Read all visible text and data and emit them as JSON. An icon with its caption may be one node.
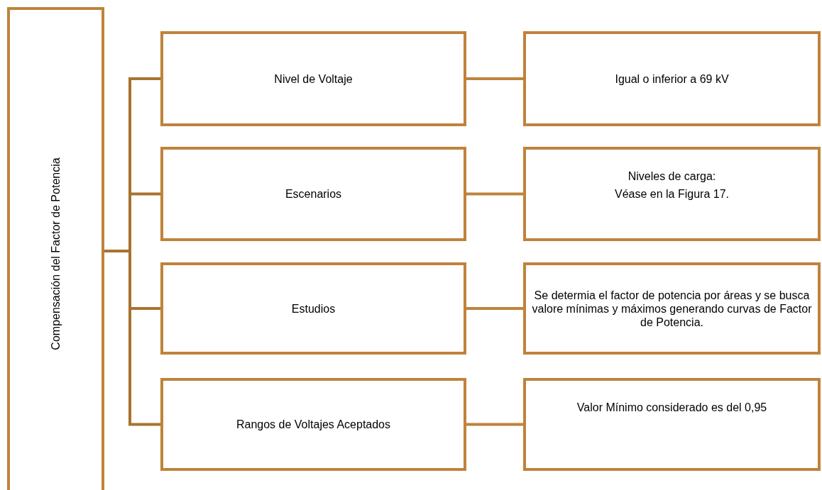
{
  "diagram": {
    "nodes": [
      {
        "text": [
          "Compensación del Factor de Potencia"
        ]
      },
      {
        "text": [
          "Nivel de Voltaje"
        ]
      },
      {
        "text": [
          "Escenarios"
        ]
      },
      {
        "text": [
          "Estudios"
        ]
      },
      {
        "text": [
          "Rangos de Voltajes Aceptados"
        ]
      },
      {
        "text": [
          "Igual o inferior a 69 kV"
        ]
      },
      {
        "text": [
          "Niveles de carga:",
          "Véase en la Figura 17."
        ]
      },
      {
        "text": [
          "Se determia el factor de potencia por áreas y se busca valore mínimas y máximos generando curvas de Factor de Potencia."
        ]
      },
      {
        "text": [
          "Valor Mínimo considerado es del 0,95"
        ]
      }
    ],
    "edges": [
      {
        "from": 0,
        "to": 1,
        "arrow": "none"
      },
      {
        "from": 0,
        "to": 2,
        "arrow": "none"
      },
      {
        "from": 0,
        "to": 3,
        "arrow": "none"
      },
      {
        "from": 0,
        "to": 4,
        "arrow": "none"
      },
      {
        "from": 1,
        "to": 5,
        "arrow": "none"
      },
      {
        "from": 2,
        "to": 6,
        "arrow": "none"
      },
      {
        "from": 3,
        "to": 7,
        "arrow": "none"
      },
      {
        "from": 4,
        "to": 8,
        "arrow": "none"
      }
    ]
  }
}
